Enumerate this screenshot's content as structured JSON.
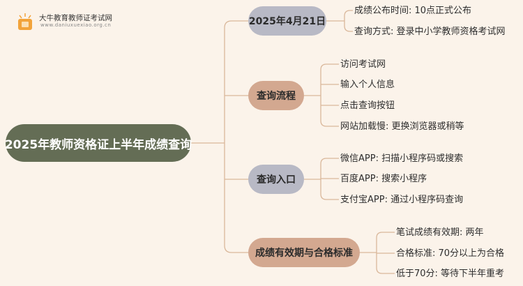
{
  "header": {
    "site_name": "大牛教育教师证考试网",
    "site_url": "www.daniuxuexiao.org.cn"
  },
  "colors": {
    "background": "#fbf3ea",
    "root": "#646d55",
    "branch_gray": "#b8b9c5",
    "branch_tan": "#d3a890",
    "connector": "#d9b79a",
    "logo_orange": "#f2a33a"
  },
  "mindmap": {
    "root": "2025年教师资格证上半年成绩查询",
    "branches": [
      {
        "label": "2025年4月21日",
        "items": [
          "成绩公布时间: 10点正式公布",
          "查询方式: 登录中小学教师资格考试网"
        ]
      },
      {
        "label": "查询流程",
        "items": [
          "访问考试网",
          "输入个人信息",
          "点击查询按钮",
          "网站加载慢: 更换浏览器或稍等"
        ]
      },
      {
        "label": "查询入口",
        "items": [
          "微信APP: 扫描小程序码或搜索",
          "百度APP: 搜索小程序",
          "支付宝APP: 通过小程序码查询"
        ]
      },
      {
        "label": "成绩有效期与合格标准",
        "items": [
          "笔试成绩有效期: 两年",
          "合格标准: 70分以上为合格",
          "低于70分: 等待下半年重考"
        ]
      }
    ]
  }
}
